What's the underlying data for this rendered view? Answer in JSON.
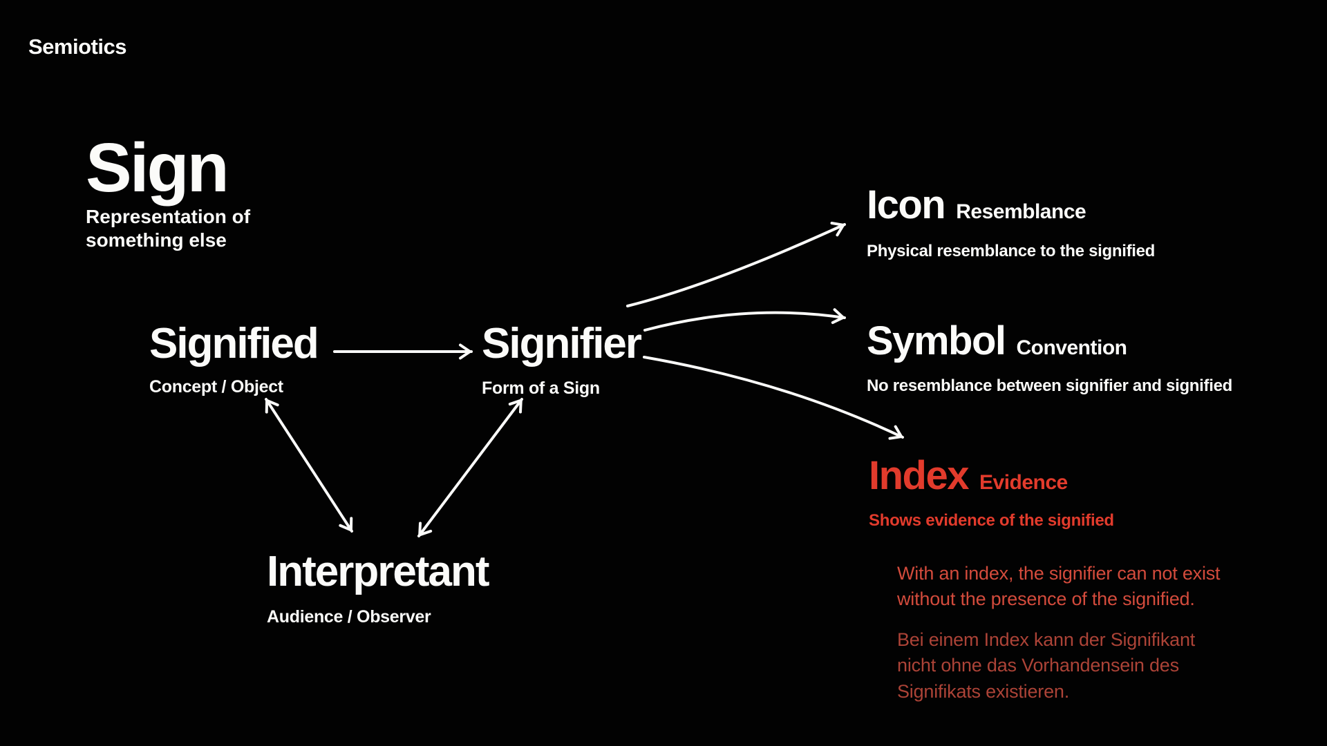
{
  "page": {
    "title": "Semiotics"
  },
  "colors": {
    "background": "#020202",
    "text": "#fbfbf9",
    "accent_red": "#e23b2c",
    "note_red_en": "#d34b3c",
    "note_red_de": "#ac4337"
  },
  "nodes": {
    "sign": {
      "title": "Sign",
      "subtitle": "Representation of\nsomething else"
    },
    "signified": {
      "title": "Signified",
      "subtitle": "Concept / Object"
    },
    "signifier": {
      "title": "Signifier",
      "subtitle": "Form of a Sign"
    },
    "interpretant": {
      "title": "Interpretant",
      "subtitle": "Audience / Observer"
    }
  },
  "sign_types": {
    "icon": {
      "title": "Icon",
      "tag": "Resemblance",
      "description": "Physical resemblance to the signified"
    },
    "symbol": {
      "title": "Symbol",
      "tag": "Convention",
      "description": "No resemblance between signifier and signified"
    },
    "index": {
      "title": "Index",
      "tag": "Evidence",
      "description": "Shows evidence of the signified",
      "note_en": "With an index, the signifier can not exist\nwithout the presence of the signified.",
      "note_de": "Bei einem Index kann der Signifikant\nnicht ohne das Vorhandensein des\nSignifikats existieren."
    }
  },
  "arrows": [
    {
      "name": "signified-to-signifier",
      "heads": "end"
    },
    {
      "name": "signified-interpretant",
      "heads": "both"
    },
    {
      "name": "interpretant-signifier",
      "heads": "both"
    },
    {
      "name": "signifier-to-icon",
      "heads": "end"
    },
    {
      "name": "signifier-to-symbol",
      "heads": "end"
    },
    {
      "name": "signifier-to-index",
      "heads": "end"
    }
  ]
}
